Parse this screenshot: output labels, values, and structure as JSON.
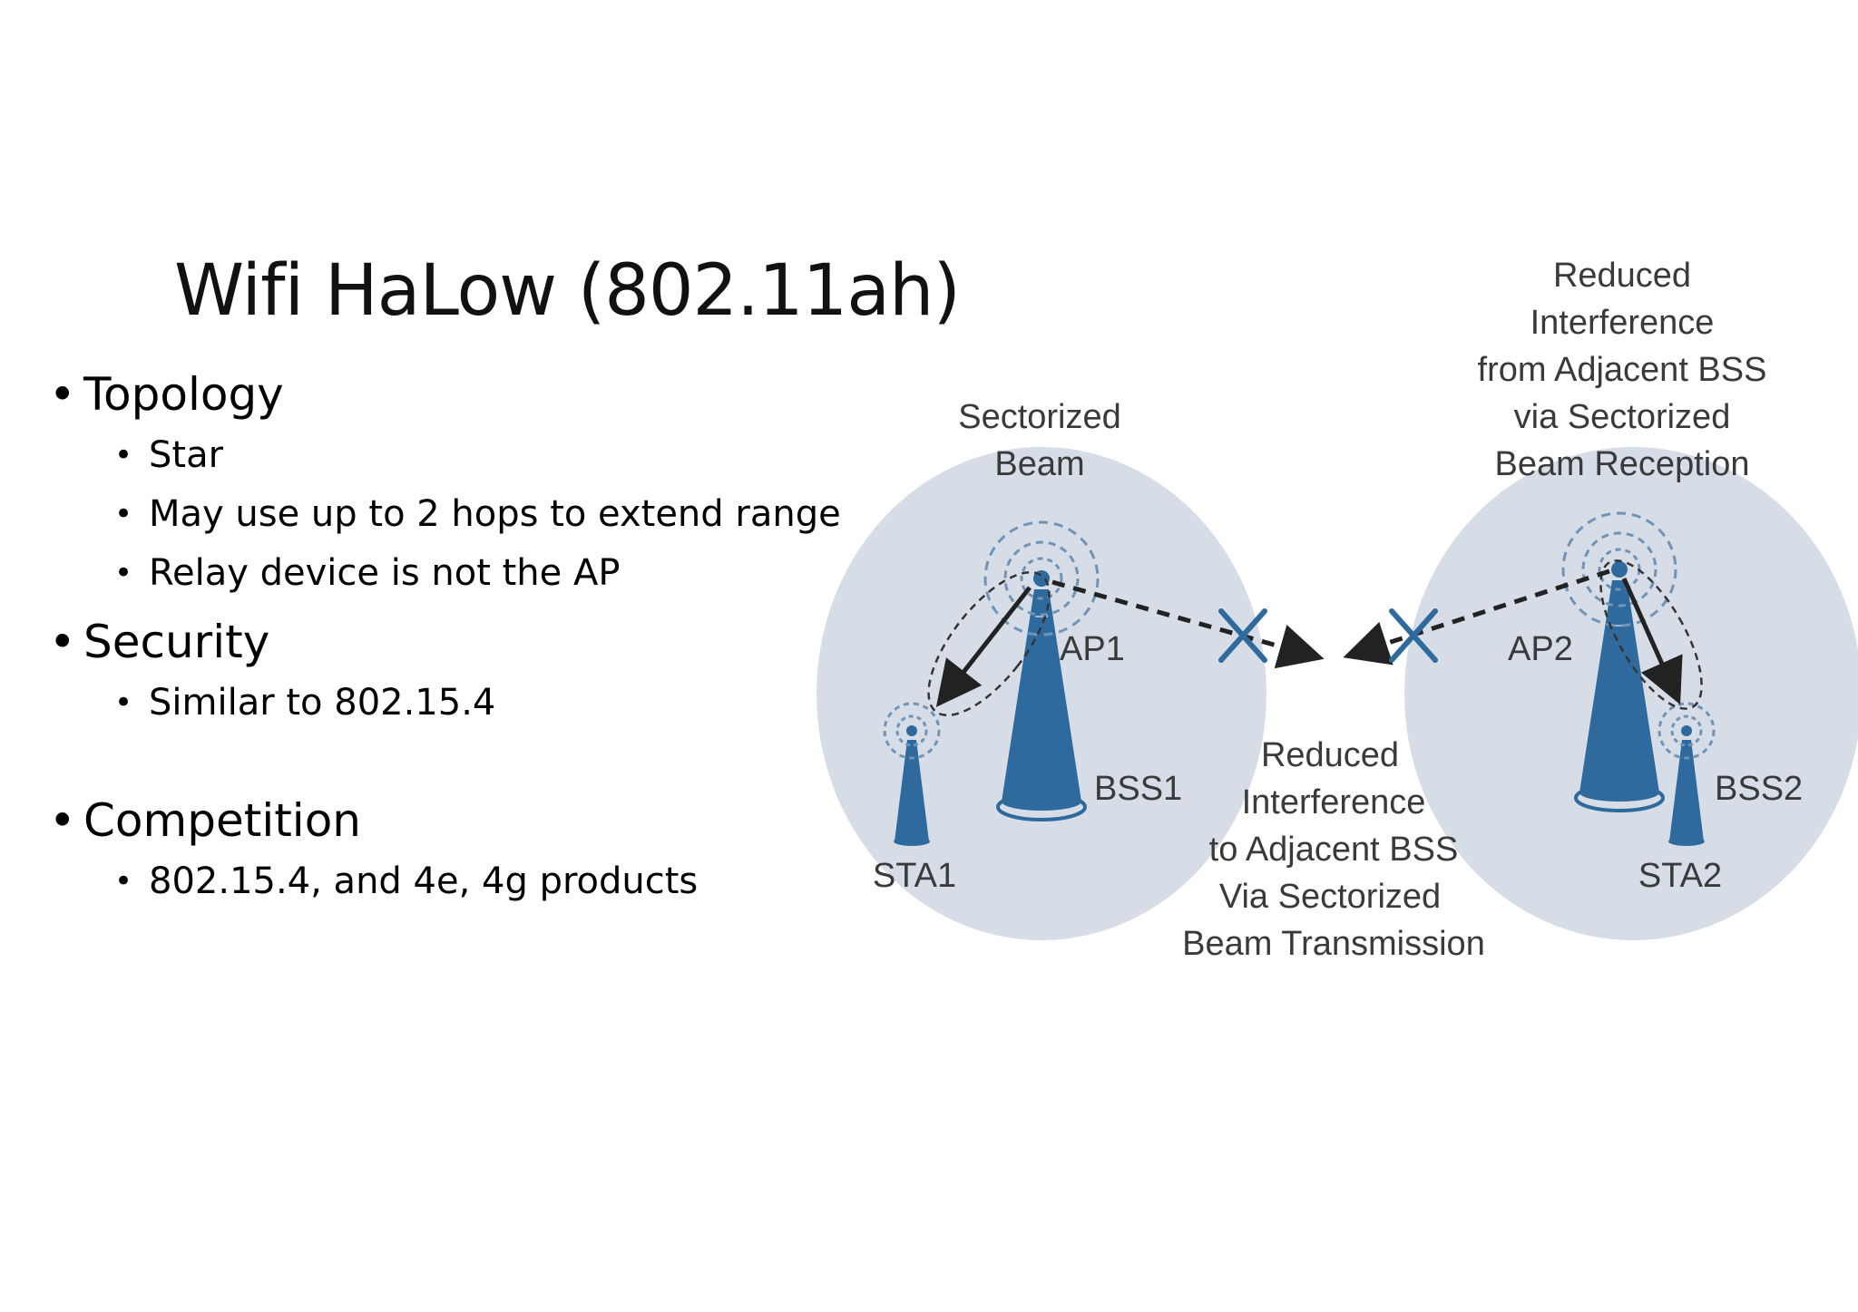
{
  "slide": {
    "title": "Wifi HaLow (802.11ah)",
    "sections": [
      {
        "heading": "Topology",
        "items": [
          "Star",
          "May use up to 2 hops to extend range",
          "Relay device is not the AP"
        ]
      },
      {
        "heading": "Security",
        "items": [
          "Similar to 802.15.4"
        ]
      },
      {
        "heading": "Competition",
        "items": [
          "802.15.4, and 4e, 4g products"
        ]
      }
    ]
  },
  "diagram": {
    "sectorized_beam": [
      "Sectorized",
      "Beam"
    ],
    "reduced_reception": [
      "Reduced",
      "Interference",
      "from Adjacent BSS",
      "via Sectorized",
      "Beam Reception"
    ],
    "reduced_transmission": [
      "Reduced",
      "Interference",
      "to Adjacent BSS",
      "Via Sectorized",
      "Beam Transmission"
    ],
    "ap1": "AP1",
    "ap2": "AP2",
    "bss1": "BSS1",
    "bss2": "BSS2",
    "sta1": "STA1",
    "sta2": "STA2",
    "colors": {
      "cell": "#d6dde6",
      "tower": "#2e6a9e",
      "arrow": "#222222",
      "cross": "#2e6a9e",
      "text": "#3a3a3a"
    }
  }
}
